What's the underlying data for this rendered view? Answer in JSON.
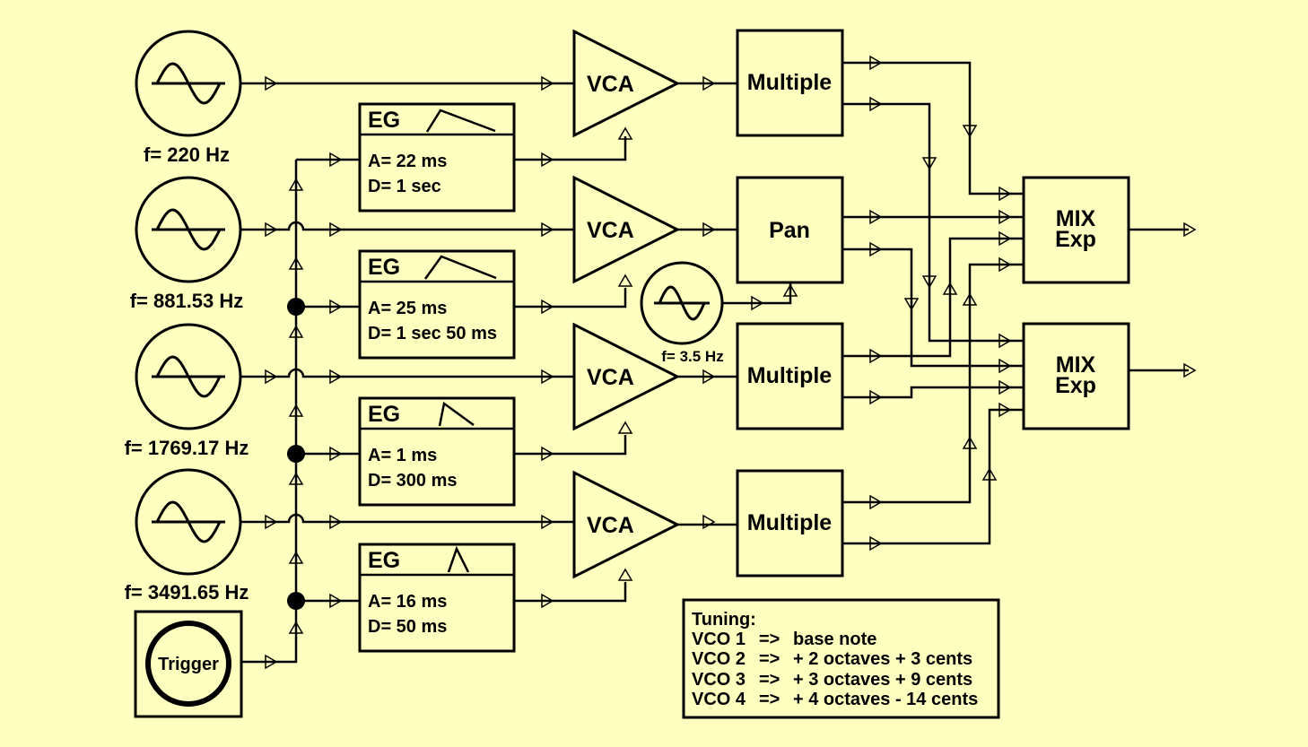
{
  "oscillators": [
    {
      "freq": "f= 220 Hz"
    },
    {
      "freq": "f= 881.53 Hz"
    },
    {
      "freq": "f= 1769.17 Hz"
    },
    {
      "freq": "f= 3491.65 Hz"
    }
  ],
  "lfo": {
    "freq": "f= 3.5 Hz"
  },
  "envelopes": [
    {
      "title": "EG",
      "attack": "A= 22 ms",
      "decay": "D= 1 sec"
    },
    {
      "title": "EG",
      "attack": "A= 25 ms",
      "decay": "D= 1 sec  50 ms"
    },
    {
      "title": "EG",
      "attack": "A= 1 ms",
      "decay": "D= 300 ms"
    },
    {
      "title": "EG",
      "attack": "A= 16 ms",
      "decay": "D= 50 ms"
    }
  ],
  "vca_label": "VCA",
  "processors": [
    "Multiple",
    "Pan",
    "Multiple",
    "Multiple"
  ],
  "mixers": [
    {
      "line1": "MIX",
      "line2": "Exp"
    },
    {
      "line1": "MIX",
      "line2": "Exp"
    }
  ],
  "trigger": {
    "label": "Trigger"
  },
  "tuning": {
    "title": "Tuning:",
    "rows": [
      {
        "vco": "VCO 1",
        "arrow": "=>",
        "value": "base note"
      },
      {
        "vco": "VCO 2",
        "arrow": "=>",
        "value": "+ 2 octaves + 3 cents"
      },
      {
        "vco": "VCO 3",
        "arrow": "=>",
        "value": "+ 3 octaves + 9 cents"
      },
      {
        "vco": "VCO 4",
        "arrow": "=>",
        "value": "+ 4 octaves - 14 cents"
      }
    ]
  }
}
